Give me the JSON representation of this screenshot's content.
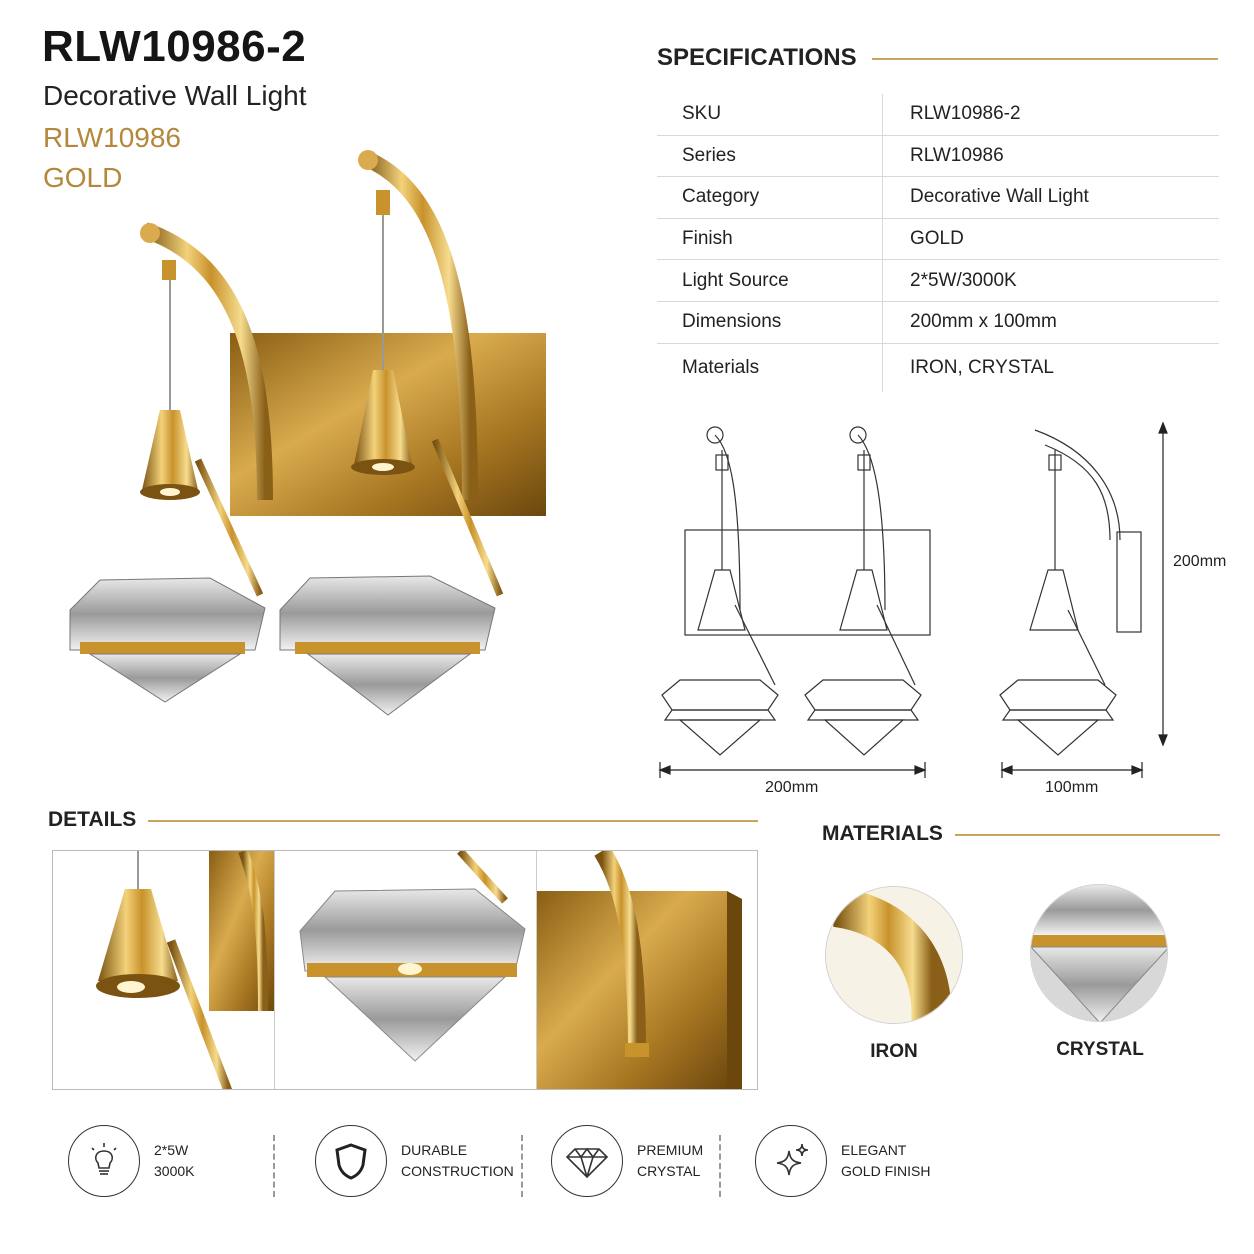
{
  "product": {
    "title": "RLW10986-2",
    "subtitle": "Decorative Wall Light",
    "series": "RLW10986",
    "finish": "GOLD"
  },
  "specifications": {
    "heading": "SPECIFICATIONS",
    "rows": [
      {
        "key": "SKU",
        "value": "RLW10986-2"
      },
      {
        "key": "Series",
        "value": "RLW10986"
      },
      {
        "key": "Category",
        "value": "Decorative Wall Light"
      },
      {
        "key": "Finish",
        "value": "GOLD"
      },
      {
        "key": "Light Source",
        "value": "2*5W/3000K"
      },
      {
        "key": "Dimensions",
        "value": "200mm x 100mm"
      },
      {
        "key": "Materials",
        "value": "IRON, CRYSTAL"
      }
    ]
  },
  "drawing": {
    "height_label": "200mm",
    "width_label": "200mm",
    "depth_label": "100mm"
  },
  "details": {
    "heading": "DETAILS"
  },
  "materials": {
    "heading": "MATERIALS",
    "items": [
      {
        "label": "IRON"
      },
      {
        "label": "CRYSTAL"
      }
    ]
  },
  "features": [
    {
      "icon": "bulb-icon",
      "line1": "2*5W",
      "line2": "3000K"
    },
    {
      "icon": "shield-icon",
      "line1": "DURABLE",
      "line2": "CONSTRUCTION"
    },
    {
      "icon": "diamond-icon",
      "line1": "PREMIUM",
      "line2": "CRYSTAL"
    },
    {
      "icon": "sparkle-icon",
      "line1": "ELEGANT",
      "line2": "GOLD FINISH"
    }
  ],
  "colors": {
    "accent_gold": "#c9a45c",
    "text_gold": "#b4873b"
  }
}
